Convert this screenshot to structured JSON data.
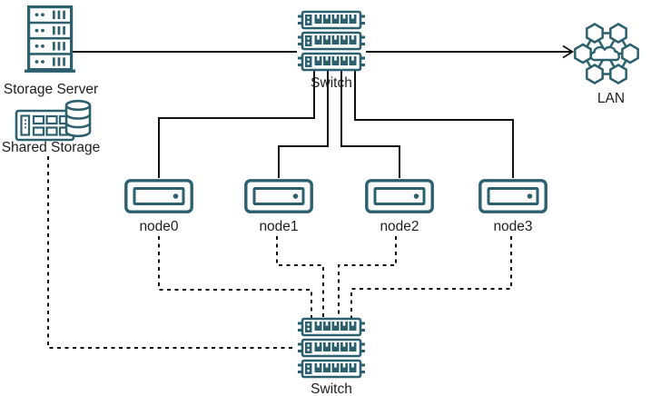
{
  "colors": {
    "icon_teal": "#2d606f",
    "line_black": "#111111",
    "text": "#1f1f1f",
    "background": "#ffffff"
  },
  "diagram": {
    "type": "network-topology",
    "nodes": [
      {
        "id": "storage-server",
        "label": "Storage Server",
        "icon": "server-tower-icon"
      },
      {
        "id": "shared-storage",
        "label": "Shared Storage",
        "icon": "shared-storage-disks-icon"
      },
      {
        "id": "switch-top",
        "label": "Switch",
        "icon": "network-switch-icon"
      },
      {
        "id": "lan",
        "label": "LAN",
        "icon": "lan-cloud-network-icon"
      },
      {
        "id": "node0",
        "label": "node0",
        "icon": "compute-node-icon"
      },
      {
        "id": "node1",
        "label": "node1",
        "icon": "compute-node-icon"
      },
      {
        "id": "node2",
        "label": "node2",
        "icon": "compute-node-icon"
      },
      {
        "id": "node3",
        "label": "node3",
        "icon": "compute-node-icon"
      },
      {
        "id": "switch-bottom",
        "label": "Switch",
        "icon": "network-switch-icon"
      }
    ],
    "edges": [
      {
        "from": "storage-server",
        "to": "switch-top",
        "style": "solid"
      },
      {
        "from": "switch-top",
        "to": "lan",
        "style": "solid",
        "arrowhead": true
      },
      {
        "from": "switch-top",
        "to": "node0",
        "style": "solid"
      },
      {
        "from": "switch-top",
        "to": "node1",
        "style": "solid"
      },
      {
        "from": "switch-top",
        "to": "node2",
        "style": "solid"
      },
      {
        "from": "switch-top",
        "to": "node3",
        "style": "solid"
      },
      {
        "from": "node0",
        "to": "switch-bottom",
        "style": "dashed"
      },
      {
        "from": "node1",
        "to": "switch-bottom",
        "style": "dashed"
      },
      {
        "from": "node2",
        "to": "switch-bottom",
        "style": "dashed"
      },
      {
        "from": "node3",
        "to": "switch-bottom",
        "style": "dashed"
      },
      {
        "from": "shared-storage",
        "to": "switch-bottom",
        "style": "dashed"
      }
    ]
  }
}
